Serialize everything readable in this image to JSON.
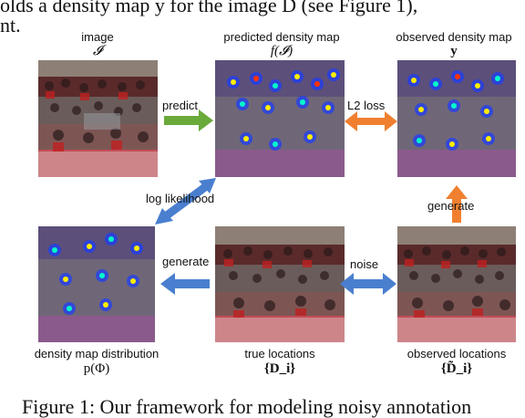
{
  "top_text": {
    "line1": "olds a density map y for the image D (see Figure 1),",
    "line2": "nt."
  },
  "panels": {
    "image": {
      "title": "image",
      "symbol": "𝓘"
    },
    "predicted": {
      "title": "predicted density map",
      "symbol": "f(𝓘)"
    },
    "observed_density": {
      "title": "observed density map",
      "symbol": "y"
    },
    "density_distribution": {
      "title": "density map distribution",
      "symbol": "p(Φ)"
    },
    "true_locations": {
      "title": "true locations",
      "symbol": "{D_i}"
    },
    "observed_locations": {
      "title": "observed locations",
      "symbol": "{D̃_i}"
    }
  },
  "arrows": {
    "predict": "predict",
    "l2_loss": "L2 loss",
    "generate_up": "generate",
    "log_likelihood": "log likelihood",
    "generate_left": "generate",
    "noise": "noise"
  },
  "colors": {
    "green_arrow": "#6aaa3a",
    "orange_arrow": "#f08030",
    "blue_arrow": "#4a7fcf"
  },
  "caption": "Figure 1: Our framework for modeling noisy annotation"
}
